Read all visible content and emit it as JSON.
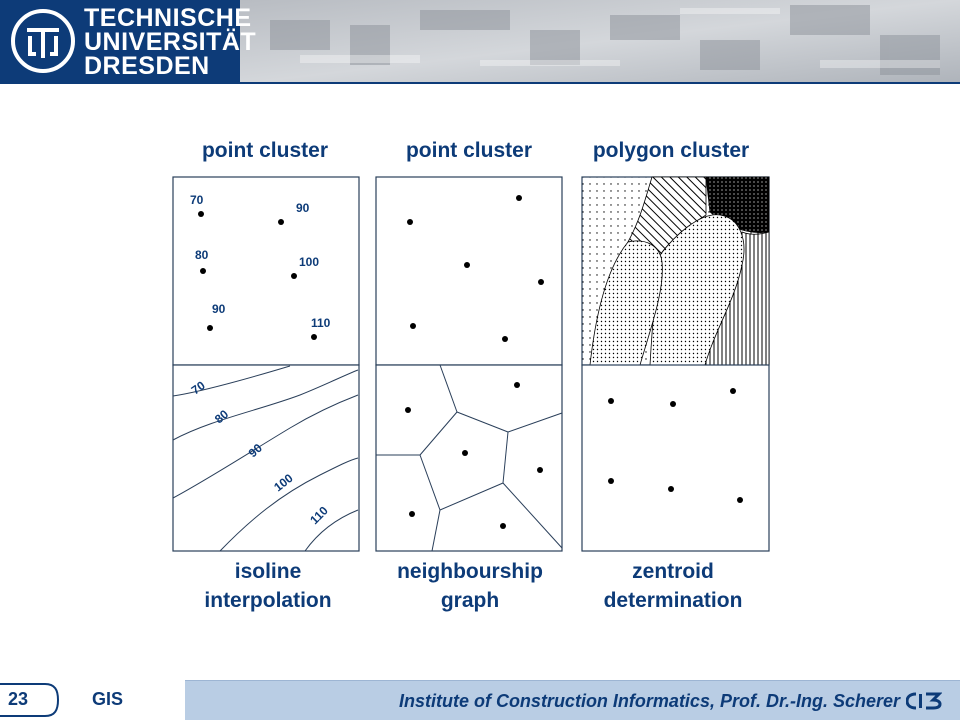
{
  "header": {
    "logo_lines": [
      "TECHNISCHE",
      "UNIVERSITÄT",
      "DRESDEN"
    ],
    "accent_color": "#0d3b78"
  },
  "columns": [
    {
      "title": "point cluster",
      "caption_lines": [
        "isoline",
        "interpolation"
      ]
    },
    {
      "title": "point cluster",
      "caption_lines": [
        "neighbourship",
        "graph"
      ]
    },
    {
      "title": "polygon cluster",
      "caption_lines": [
        "zentroid",
        "determination"
      ]
    }
  ],
  "panel1": {
    "point_labels": [
      "70",
      "90",
      "80",
      "100",
      "90",
      "110"
    ],
    "isoline_labels": [
      "70",
      "80",
      "90",
      "100",
      "110"
    ]
  },
  "footer": {
    "page_number": "23",
    "course": "GIS",
    "institute": "Institute of Construction Informatics, Prof. Dr.-Ing. Scherer",
    "icon": "ci3-logo"
  }
}
